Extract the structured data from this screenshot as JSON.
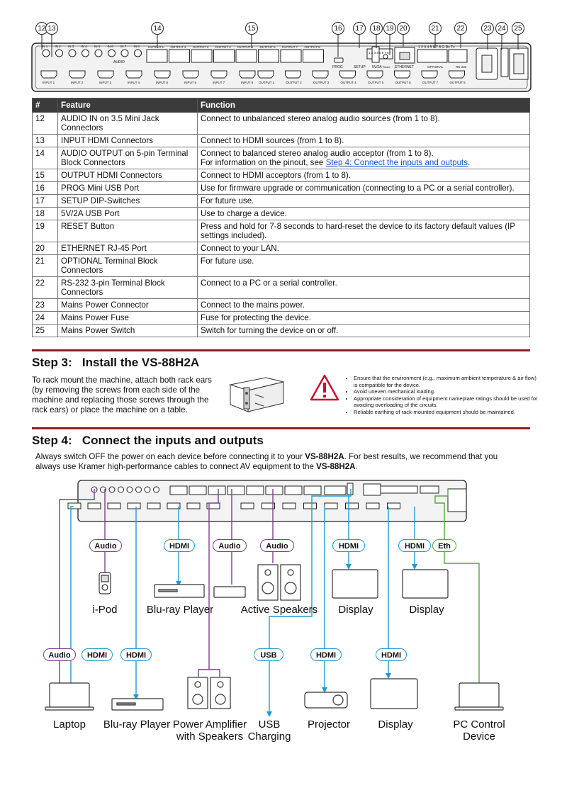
{
  "callouts": [
    "12",
    "13",
    "14",
    "15",
    "16",
    "17",
    "18",
    "19",
    "20",
    "21",
    "22",
    "23",
    "24",
    "25"
  ],
  "panel": {
    "audio_in_labels": [
      "IN 1",
      "IN 2",
      "IN 3",
      "IN 4",
      "IN 5",
      "IN 6",
      "IN 7",
      "IN 8"
    ],
    "audio_label": "AUDIO",
    "output_block_labels": [
      "OUTPUT 1",
      "OUTPUT 2",
      "OUTPUT 3",
      "OUTPUT 4",
      "OUTPUT 5",
      "OUTPUT 6",
      "OUTPUT 7",
      "OUTPUT 8"
    ],
    "input_hdmi_labels": [
      "INPUT 1",
      "INPUT 2",
      "INPUT 3",
      "INPUT 4",
      "INPUT 5",
      "INPUT 6",
      "INPUT 7",
      "INPUT 8"
    ],
    "output_hdmi_labels": [
      "OUTPUT 1",
      "OUTPUT 2",
      "OUTPUT 3",
      "OUTPUT 4",
      "OUTPUT 5",
      "OUTPUT 6",
      "OUTPUT 7",
      "OUTPUT 8"
    ],
    "prog": "PROG",
    "setup": "SETUP",
    "usb_5v": "5V/2A",
    "reset": "Reset",
    "ethernet": "ETHERNET",
    "optional": "OPTIONAL",
    "rs232": "RS-232",
    "dip_numbers": "1 2 3 4 5 6 7 8",
    "term_numbers": "1 2 3 4 5 6 7 8  G Rx Tx"
  },
  "table": {
    "headers": [
      "#",
      "Feature",
      "Function"
    ],
    "rows": [
      {
        "num": "12",
        "feature": "AUDIO IN on 3.5 Mini Jack Connectors",
        "function": "Connect to unbalanced stereo analog audio sources (from 1 to 8)."
      },
      {
        "num": "13",
        "feature": "INPUT HDMI Connectors",
        "function": "Connect to HDMI sources (from 1 to 8)."
      },
      {
        "num": "14",
        "feature": "AUDIO OUTPUT on 5-pin Terminal Block Connectors",
        "function": "Connect to balanced stereo analog audio acceptor (from 1 to 8).",
        "function2": "For information on the pinout, see ",
        "link": "Step 4: Connect the inputs and outputs",
        "after": "."
      },
      {
        "num": "15",
        "feature": "OUTPUT HDMI Connectors",
        "function": "Connect to HDMI acceptors (from 1 to 8)."
      },
      {
        "num": "16",
        "feature": "PROG Mini USB Port",
        "function": "Use for firmware upgrade or communication (connecting to a PC or a serial controller)."
      },
      {
        "num": "17",
        "feature": "SETUP DIP-Switches",
        "function": "For future use."
      },
      {
        "num": "18",
        "feature": "5V/2A USB Port",
        "function": "Use to charge a device."
      },
      {
        "num": "19",
        "feature": "RESET Button",
        "function": "Press and hold for 7-8 seconds to hard-reset the device to its factory default values (IP settings included)."
      },
      {
        "num": "20",
        "feature": "ETHERNET RJ-45 Port",
        "function": "Connect to your LAN."
      },
      {
        "num": "21",
        "feature": "OPTIONAL Terminal Block Connectors",
        "function": "For future use."
      },
      {
        "num": "22",
        "feature": "RS-232 3-pin Terminal Block Connectors",
        "function": "Connect to a PC or a serial controller."
      },
      {
        "num": "23",
        "feature": "Mains Power Connector",
        "function": "Connect to the mains power."
      },
      {
        "num": "24",
        "feature": "Mains Power Fuse",
        "function": "Fuse for protecting the device."
      },
      {
        "num": "25",
        "feature": "Mains Power Switch",
        "function": "Switch for turning the device on or off."
      }
    ]
  },
  "step3": {
    "title": "Step 3:   Install the VS-88H2A",
    "text": "To rack mount the machine, attach both rack ears (by removing the screws from each side of the machine and replacing those screws through the rack ears) or place the machine on a table.",
    "warnings": [
      "Ensure that the environment (e.g., maximum ambient temperature & air flow) is compatible for the device.",
      "Avoid uneven mechanical loading.",
      "Appropriate consideration of equipment nameplate ratings should be used for avoiding overloading of the circuits.",
      "Reliable earthing of rack-mounted equipment should be maintained."
    ]
  },
  "step4": {
    "title": "Step 4:   Connect the inputs and outputs",
    "intro_a": "Always switch OFF the power on each device before connecting it to your ",
    "product": "VS-88H2A",
    "intro_b": ". For best results, we recommend that you always use Kramer high-performance cables to connect AV equipment to the ",
    "intro_c": "."
  },
  "diagram": {
    "pills": {
      "audio": "Audio",
      "hdmi": "HDMI",
      "eth": "Eth",
      "usb": "USB"
    },
    "devices_top": [
      "i-Pod",
      "Blu-ray Player",
      "Active Speakers",
      "Display",
      "Display"
    ],
    "devices_bottom": [
      "Laptop",
      "Blu-ray Player",
      "Power Amplifier with Speakers",
      "USB Charging",
      "Projector",
      "Display",
      "PC Control Device"
    ],
    "colors": {
      "hdmi": "#1f9bd1",
      "audio": "#7b3f8f",
      "eth": "#5aa63a"
    }
  }
}
